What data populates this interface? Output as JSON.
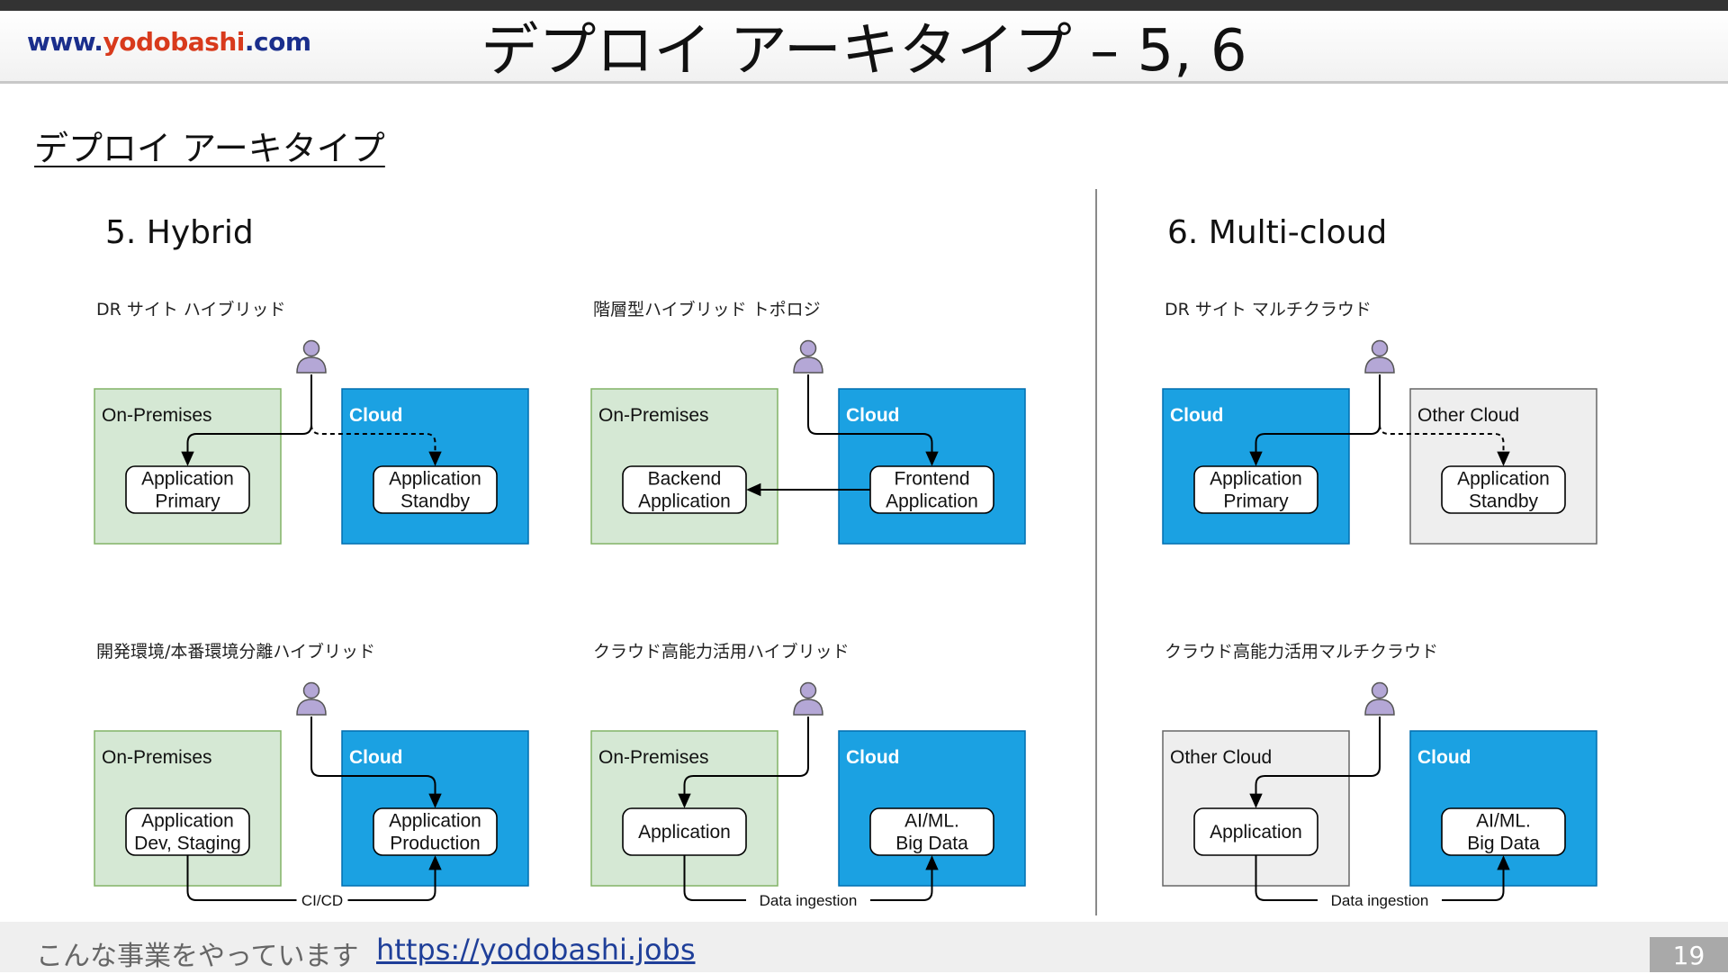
{
  "header": {
    "logo_a": "www.",
    "logo_b": "yodobashi",
    "logo_c": ".com",
    "title": "デプロイ アーキタイプ – 5, 6"
  },
  "subtitle": "デプロイ アーキタイプ",
  "sections": {
    "hybrid": "5. Hybrid",
    "multicloud": "6. Multi-cloud"
  },
  "colors": {
    "onprem_fill": "#d5e8d4",
    "onprem_stroke": "#82b366",
    "cloud_fill": "#1ba1e2",
    "cloud_stroke": "#006eaf",
    "other_fill": "#eeeeee",
    "other_stroke": "#666666",
    "user_fill": "#b4a7d6"
  },
  "diagrams": [
    {
      "id": "dr-site-hybrid",
      "caption": "DR サイト ハイブリッド",
      "zones": [
        {
          "label": "On-Premises",
          "kind": "onprem"
        },
        {
          "label": "Cloud",
          "kind": "cloud"
        }
      ],
      "apps": [
        {
          "label": "Application\nPrimary"
        },
        {
          "label": "Application\nStandby"
        }
      ],
      "edge_label": ""
    },
    {
      "id": "tiered-hybrid",
      "caption": "階層型ハイブリッド トポロジ",
      "zones": [
        {
          "label": "On-Premises",
          "kind": "onprem"
        },
        {
          "label": "Cloud",
          "kind": "cloud"
        }
      ],
      "apps": [
        {
          "label": "Backend\nApplication"
        },
        {
          "label": "Frontend\nApplication"
        }
      ],
      "edge_label": ""
    },
    {
      "id": "dr-site-multicloud",
      "caption": "DR サイト マルチクラウド",
      "zones": [
        {
          "label": "Cloud",
          "kind": "cloud"
        },
        {
          "label": "Other Cloud",
          "kind": "other"
        }
      ],
      "apps": [
        {
          "label": "Application\nPrimary"
        },
        {
          "label": "Application\nStandby"
        }
      ],
      "edge_label": ""
    },
    {
      "id": "dev-prod-hybrid",
      "caption": "開発環境/本番環境分離ハイブリッド",
      "zones": [
        {
          "label": "On-Premises",
          "kind": "onprem"
        },
        {
          "label": "Cloud",
          "kind": "cloud"
        }
      ],
      "apps": [
        {
          "label": "Application\nDev, Staging"
        },
        {
          "label": "Application\nProduction"
        }
      ],
      "edge_label": "CI/CD"
    },
    {
      "id": "cloud-burst-hybrid",
      "caption": "クラウド高能力活用ハイブリッド",
      "zones": [
        {
          "label": "On-Premises",
          "kind": "onprem"
        },
        {
          "label": "Cloud",
          "kind": "cloud"
        }
      ],
      "apps": [
        {
          "label": "Application"
        },
        {
          "label": "AI/ML.\nBig Data"
        }
      ],
      "edge_label": "Data ingestion"
    },
    {
      "id": "cloud-burst-multicloud",
      "caption": "クラウド高能力活用マルチクラウド",
      "zones": [
        {
          "label": "Other Cloud",
          "kind": "other"
        },
        {
          "label": "Cloud",
          "kind": "cloud"
        }
      ],
      "apps": [
        {
          "label": "Application"
        },
        {
          "label": "AI/ML.\nBig Data"
        }
      ],
      "edge_label": "Data ingestion"
    }
  ],
  "footer": {
    "text": "こんな事業をやっています",
    "link": "https://yodobashi.jobs",
    "page": "19"
  }
}
